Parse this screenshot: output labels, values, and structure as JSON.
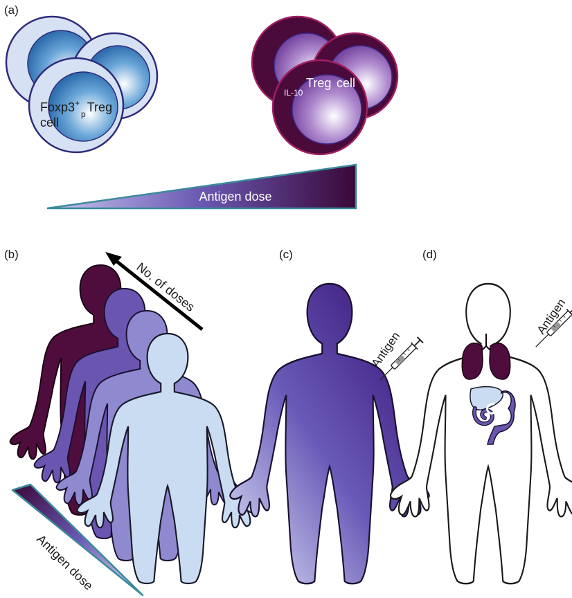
{
  "panels": {
    "a": "(a)",
    "b": "(b)",
    "c": "(c)",
    "d": "(d)"
  },
  "panel_a": {
    "foxp3_main": "Foxp3",
    "foxp3_sup": "+",
    "foxp3_sub": "p",
    "treg_word": "Treg",
    "cell_word": "cell",
    "il10_prefix": "IL-10",
    "il10_treg": "Treg",
    "il10_cell": "cell",
    "gradient_label": "Antigen dose"
  },
  "panel_b": {
    "arrow_label": "No. of doses",
    "gradient_label": "Antigen dose"
  },
  "panel_c": {
    "syringe_label": "Antigen"
  },
  "panel_d": {
    "syringe_label": "Antigen"
  },
  "colors": {
    "treg_blue_outer": "#d6e2f3",
    "treg_blue_core": "#3d87c4",
    "treg_border": "#2e2a7a",
    "il10_outer": "#4a0a3a",
    "il10_core": "#9a68b8",
    "il10_border": "#a0205f",
    "gradient_light": "#a9a6e0",
    "gradient_dark": "#3a0838",
    "gradient_edge": "#3a8a9a",
    "figure_dark": "#4f0d3e",
    "figure_mid": "#6a55b0",
    "figure_light": "#8f8ad0",
    "figure_pale": "#c9dcf1",
    "organ": "#4f0d3e",
    "gut": "#6a55b0"
  }
}
